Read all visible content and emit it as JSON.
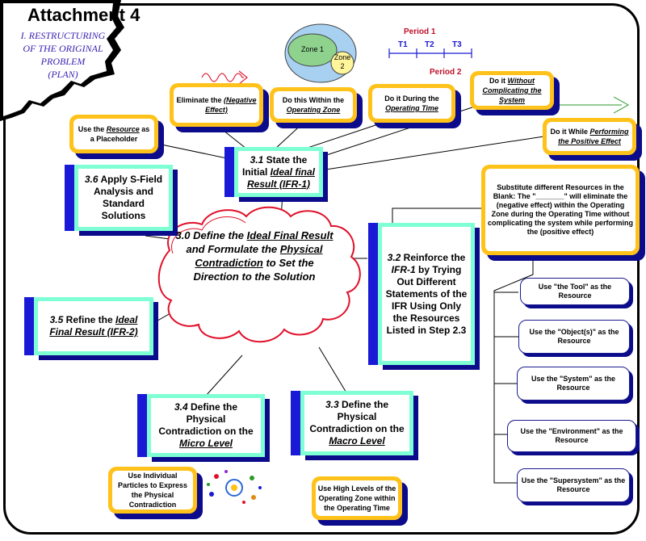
{
  "header": {
    "title": "Attachment 4",
    "subtitle": [
      "I. RESTRUCTURING",
      "OF THE ORIGINAL",
      "PROBLEM",
      "(PLAN)"
    ]
  },
  "zones": {
    "zone1": "Zone 1",
    "zone2": "Zone 2"
  },
  "periods": {
    "period1": "Period 1",
    "period2": "Period 2",
    "ticks": [
      "T1",
      "T2",
      "T3"
    ]
  },
  "notes": {
    "eliminate": {
      "pre": "Eliminate the ",
      "em": "(Negative Effect)"
    },
    "zone": {
      "pre": "Do this Within the ",
      "em": "Operating Zone"
    },
    "time": {
      "pre": "Do it During the ",
      "em": "Operating Time"
    },
    "complicating": {
      "pre": "Do it ",
      "em": "Without Complicating the System"
    },
    "performing": {
      "pre": "Do it While ",
      "em": "Performing the Positive Effect"
    },
    "resource": {
      "pre": "Use the ",
      "em": "Resource",
      "post": " as a Placeholder"
    },
    "substitute": "Substitute different Resources in the Blank: The \"_______\" will eliminate the (negative effect) within the Operating Zone during the Operating Time without complicating the system while performing the (positive effect)",
    "particles": "Use Individual Particles to Express the Physical Contradiction",
    "high_levels": "Use High Levels of the Operating Zone within the Operating Time"
  },
  "steps": {
    "s31": {
      "num": "3.1",
      "t1": " State the",
      "t2": "Initial ",
      "em": "Ideal final Result (IFR-1)"
    },
    "s32": {
      "num": "3.2",
      "t1": " Reinforce the ",
      "em": "IFR-1",
      "t2": " by Trying Out Different Statements of the IFR Using Only the Resources Listed in Step 2.3"
    },
    "s33": {
      "num": "3.3",
      "t1": " Define the Physical Contradiction on the ",
      "em": "Macro Level"
    },
    "s34": {
      "num": "3.4",
      "t1": " Define the Physical Contradiction on the ",
      "em": "Micro Level"
    },
    "s35": {
      "num": "3.5",
      "t1": " Refine the ",
      "em": "Ideal Final Result (IFR-2)"
    },
    "s36": {
      "num": "3.6",
      "t1": " Apply S-Field Analysis and Standard Solutions"
    }
  },
  "center": {
    "a": "3.0 Define the ",
    "b": "Ideal Final Result",
    "c": " and Formulate the ",
    "d": "Physical Contradiction",
    "e": " to Set the Direction to the Solution"
  },
  "resources": [
    "Use \"the Tool\" as the Resource",
    "Use the \"Object(s)\" as the Resource",
    "Use the \"System\" as the Resource",
    "Use the \"Environment\" as the Resource",
    "Use the \"Supersystem\" as the Resource"
  ],
  "colors": {
    "accent_yellow": "#ffc21a",
    "shadow_blue": "#0b0b8c",
    "bar_blue": "#1a1ad6",
    "aqua": "#7fffd4",
    "cloud_red": "#e0102a"
  }
}
